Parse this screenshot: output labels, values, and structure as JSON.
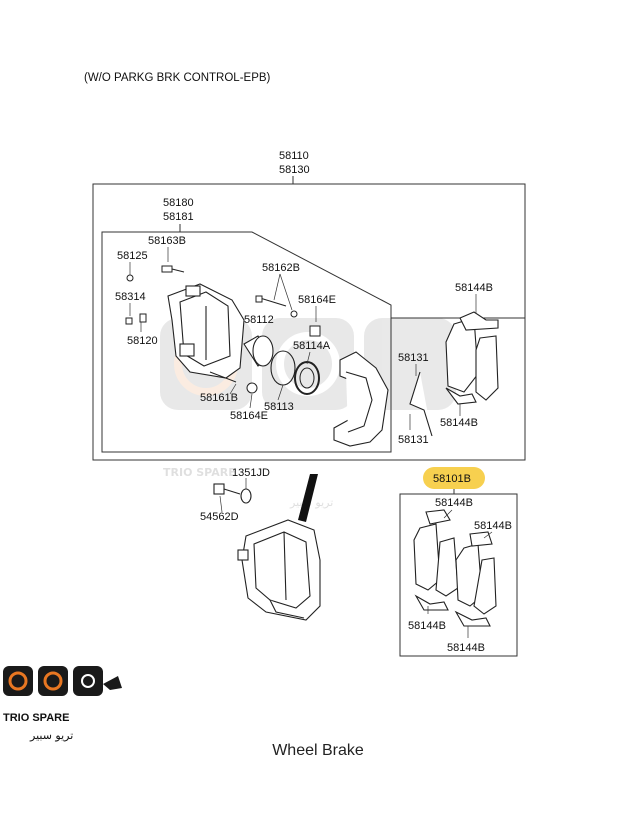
{
  "diagram": {
    "note": "(W/O PARKG BRK CONTROL-EPB)",
    "caption": "Wheel Brake",
    "highlight_color": "#f7d04f",
    "parts": {
      "p58110": "58110",
      "p58130": "58130",
      "p58180": "58180",
      "p58181": "58181",
      "p58163B": "58163B",
      "p58125": "58125",
      "p58314": "58314",
      "p58120": "58120",
      "p58162B": "58162B",
      "p58112": "58112",
      "p58164E_a": "58164E",
      "p58114A": "58114A",
      "p58113": "58113",
      "p58161B": "58161B",
      "p58164E_b": "58164E",
      "p58144B_a": "58144B",
      "p58131_a": "58131",
      "p58131_b": "58131",
      "p58144B_b": "58144B",
      "p58101B": "58101B",
      "p1351JD": "1351JD",
      "p54562D": "54562D",
      "p58144B_c": "58144B",
      "p58144B_d": "58144B",
      "p58144B_e": "58144B",
      "p58144B_f": "58144B"
    }
  },
  "watermark": {
    "brand": "TRIO SPARE",
    "arabic": "تريو سبير",
    "logo_text": "TRIO SPARE",
    "logo_arabic": "تريو سبير"
  }
}
